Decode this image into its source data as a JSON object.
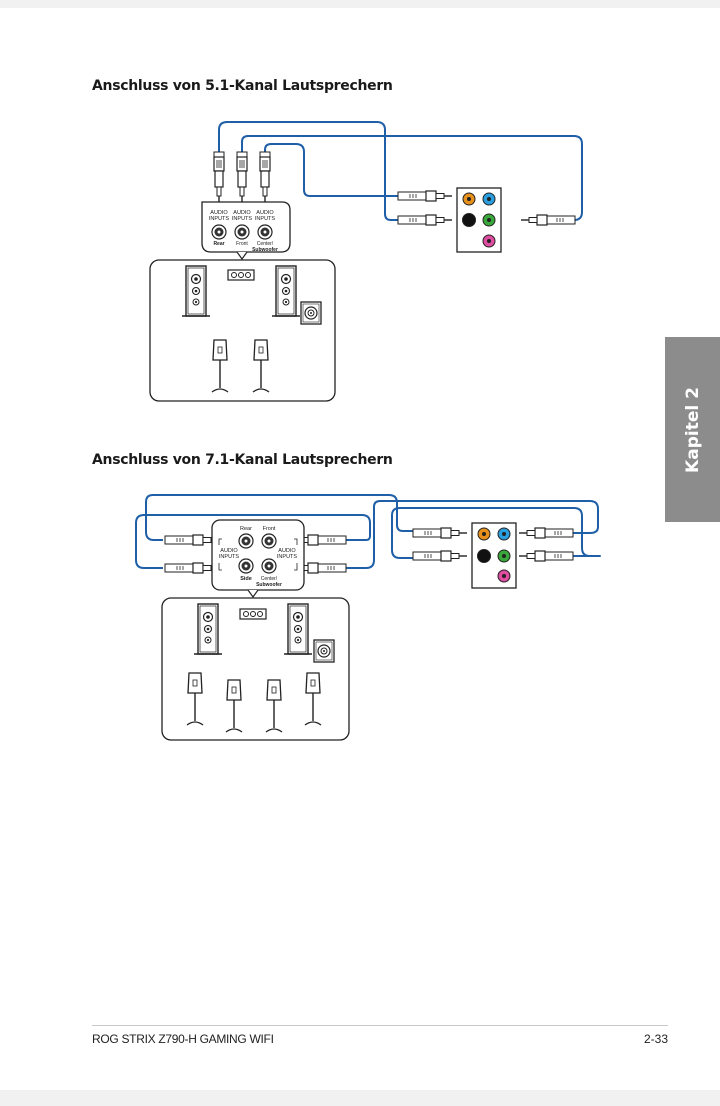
{
  "section_51": {
    "heading": "Anschluss von 5.1-Kanal Lautsprechern",
    "labels": {
      "audio": "AUDIO",
      "inputs": "INPUTS",
      "rear": "Rear",
      "front": "Front",
      "center": "Center/",
      "subwoofer": "Subwoofer"
    }
  },
  "section_71": {
    "heading": "Anschluss von 7.1-Kanal Lautsprechern",
    "labels": {
      "rear": "Rear",
      "front": "Front",
      "audio": "AUDIO",
      "inputs": "INPUTS",
      "side": "Side",
      "center": "Center/",
      "subwoofer": "Subwoofer"
    }
  },
  "colors": {
    "cable": "#1f5fa8",
    "jack_orange": "#e8901c",
    "jack_blue": "#2a9fe0",
    "jack_green": "#39a83a",
    "jack_pink": "#e04ca0",
    "jack_black": "#111111"
  },
  "chapter_tab": "Kapitel 2",
  "footer": {
    "product": "ROG STRIX Z790-H GAMING WIFI",
    "page_number": "2-33"
  }
}
